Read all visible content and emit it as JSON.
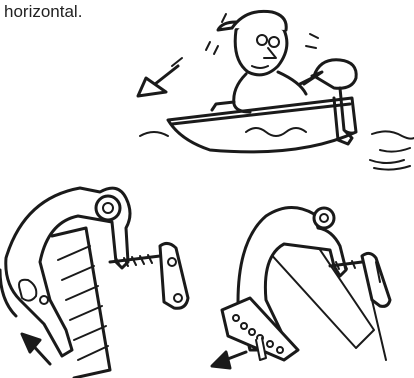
{
  "page": {
    "caption_fragment": "horizontal."
  },
  "illustrations": [
    {
      "name": "boat-tilt-scene",
      "icon": "boat-with-outboard-motor"
    },
    {
      "name": "clamp-bracket-left",
      "icon": "transom-clamp-bracket"
    },
    {
      "name": "clamp-bracket-right",
      "icon": "transom-clamp-bracket-tilted"
    }
  ],
  "colors": {
    "ink": "#1a1a1a",
    "background": "#ffffff"
  }
}
